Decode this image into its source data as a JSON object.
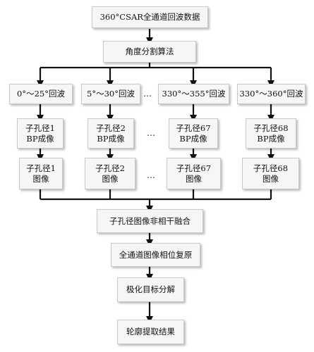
{
  "diagram": {
    "top": "360°CSAR全通道回波数据",
    "angle_split": "角度分割算法",
    "sectors": [
      {
        "range": "0°～25°回波",
        "bp_line1": "子孔径1",
        "bp_line2": "BP成像",
        "img_line1": "子孔径1",
        "img_line2": "图像"
      },
      {
        "range": "5°～30°回波",
        "bp_line1": "子孔径2",
        "bp_line2": "BP成像",
        "img_line1": "子孔径2",
        "img_line2": "图像"
      },
      {
        "range": "330°～355°回波",
        "bp_line1": "子孔径67",
        "bp_line2": "BP成像",
        "img_line1": "子孔径67",
        "img_line2": "图像"
      },
      {
        "range": "330°～360°回波",
        "bp_line1": "子孔径68",
        "bp_line2": "BP成像",
        "img_line1": "子孔径68",
        "img_line2": "图像"
      }
    ],
    "ellipsis": "…",
    "fusion": "子孔径图像非相干融合",
    "restore": "全通道图像相位复原",
    "decompose": "极化目标分解",
    "result": "轮廓提取结果"
  }
}
